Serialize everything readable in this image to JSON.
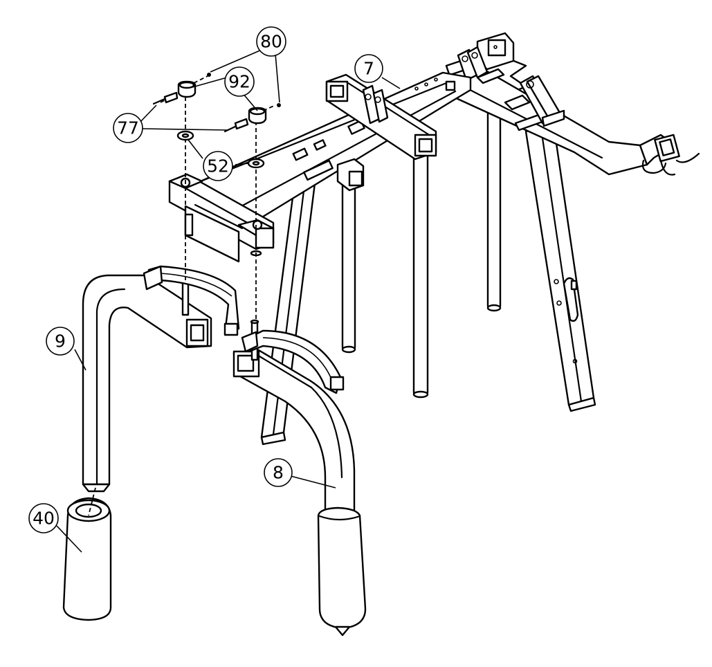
{
  "callouts": {
    "c7": {
      "label": "7"
    },
    "c9": {
      "label": "9"
    },
    "c8": {
      "label": "8"
    },
    "c40": {
      "label": "40"
    },
    "c52": {
      "label": "52"
    },
    "c77": {
      "label": "77"
    },
    "c80": {
      "label": "80"
    },
    "c92": {
      "label": "92"
    }
  }
}
